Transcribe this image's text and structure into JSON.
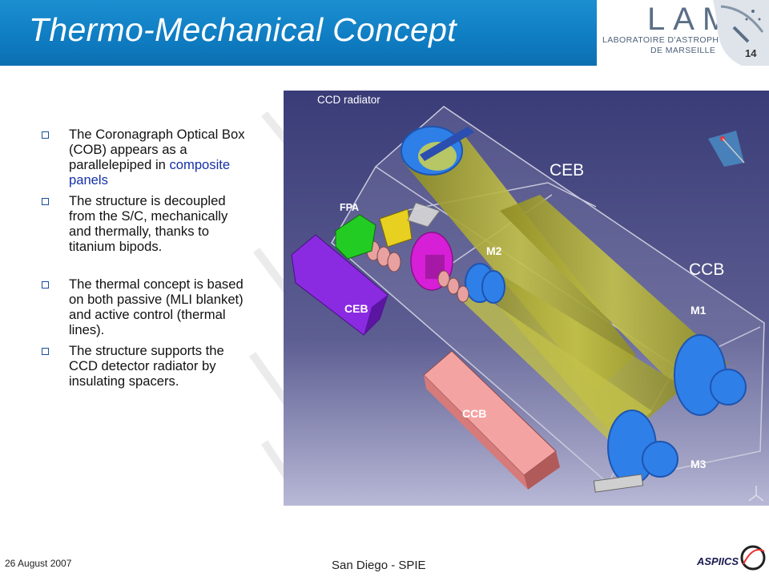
{
  "header": {
    "title": "Thermo-Mechanical Concept",
    "logo_text": "LAM",
    "logo_line1": "LABORATOIRE D'ASTROPHYSIQUE",
    "logo_line2": "DE MARSEILLE",
    "page_number": "14"
  },
  "bullets": [
    {
      "text_before": "The Coronagraph Optical Box (COB) appears as a parallelepiped in ",
      "text_highlight": "composite panels"
    },
    {
      "text_before": "The structure is decoupled from the S/C, mechanically and thermally, thanks to titanium bipods.",
      "text_highlight": ""
    },
    {
      "text_before": "The thermal concept is based on both passive (MLI blanket) and active control (thermal lines).",
      "text_highlight": ""
    },
    {
      "text_before": "The structure supports the CCD detector radiator by insulating spacers.",
      "text_highlight": ""
    }
  ],
  "figure": {
    "labels": {
      "ccd_radiator": "CCD radiator",
      "fpa": "FPA",
      "ceb_top": "CEB",
      "ccb_right": "CCB",
      "m2": "M2",
      "m1": "M1",
      "m3": "M3",
      "ceb_box": "CEB",
      "ccb_box": "CCB"
    },
    "colors": {
      "background": "#3c3e78",
      "beam": "#b7b53a",
      "mirror": "#2f7fe8",
      "ceb_box": "#8a2be2",
      "ccb_box": "#f4a3a3",
      "fpa": "#22cc22",
      "m2_mount": "#d61fd6"
    }
  },
  "footer": {
    "date": "26 August 2007",
    "venue": "San Diego - SPIE",
    "logo_text": "ASPIICS"
  }
}
